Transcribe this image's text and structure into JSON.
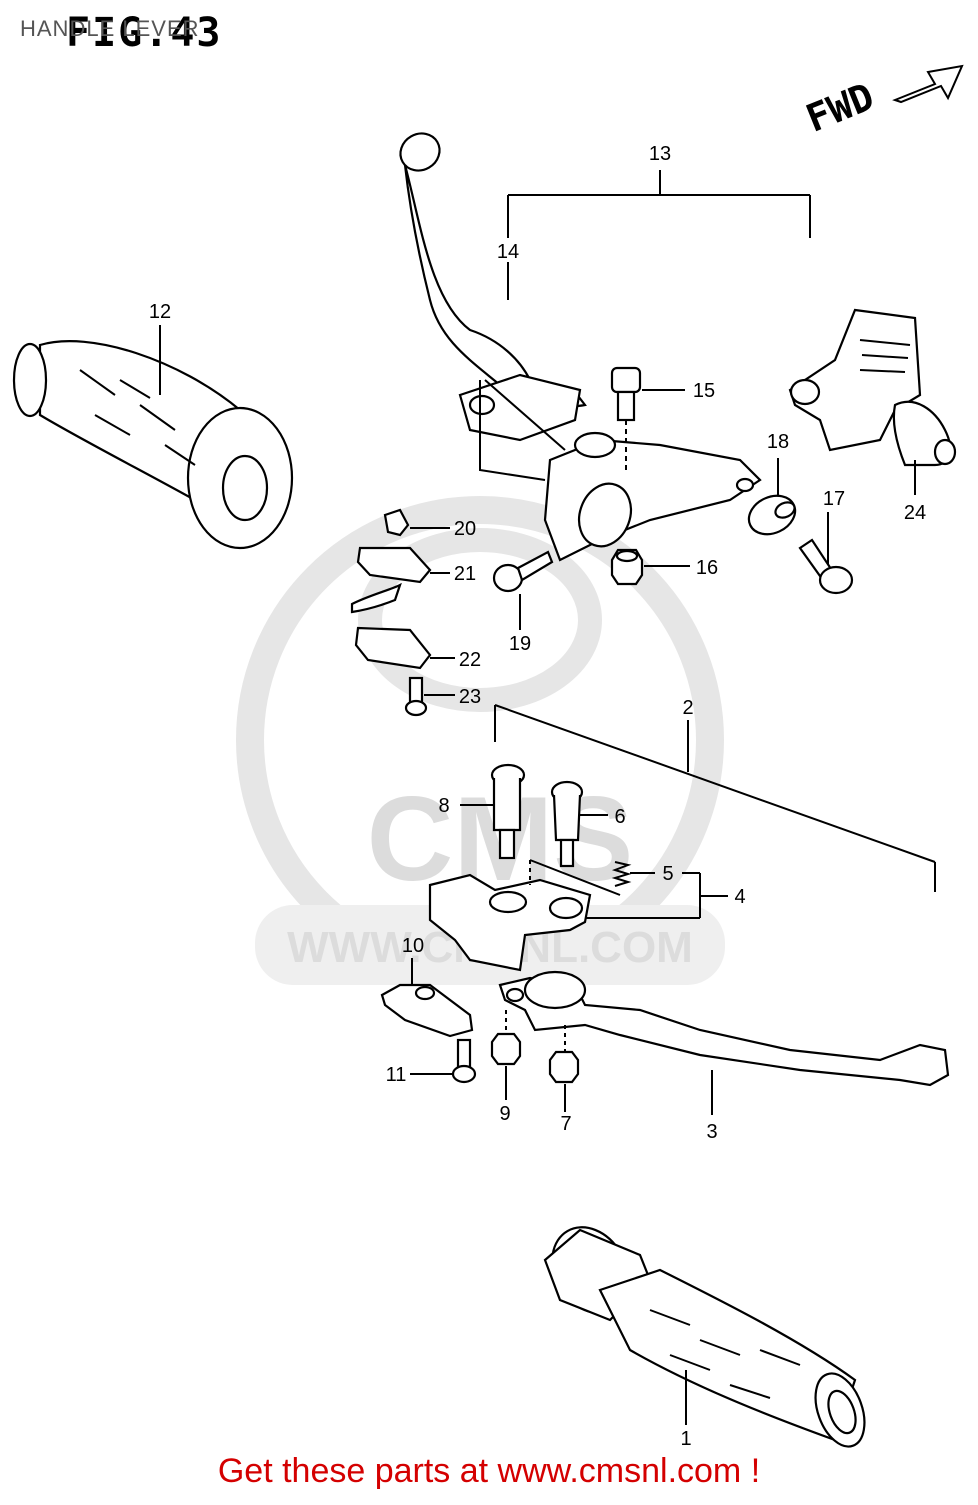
{
  "header": {
    "title": "HANDLE LEVER",
    "figure": "FIG.43",
    "direction": "FWD"
  },
  "watermark": {
    "text": "WWW.CMSNL.COM",
    "logo": "CMS"
  },
  "callouts": [
    "1",
    "2",
    "3",
    "4",
    "5",
    "6",
    "7",
    "8",
    "9",
    "10",
    "11",
    "12",
    "13",
    "14",
    "15",
    "16",
    "17",
    "18",
    "19",
    "20",
    "21",
    "22",
    "23",
    "24"
  ],
  "footer": {
    "text": "Get these parts at www.cmsnl.com !"
  },
  "colors": {
    "footer": "#d40000",
    "lines": "#000000",
    "watermark": "#dcdcdc"
  }
}
